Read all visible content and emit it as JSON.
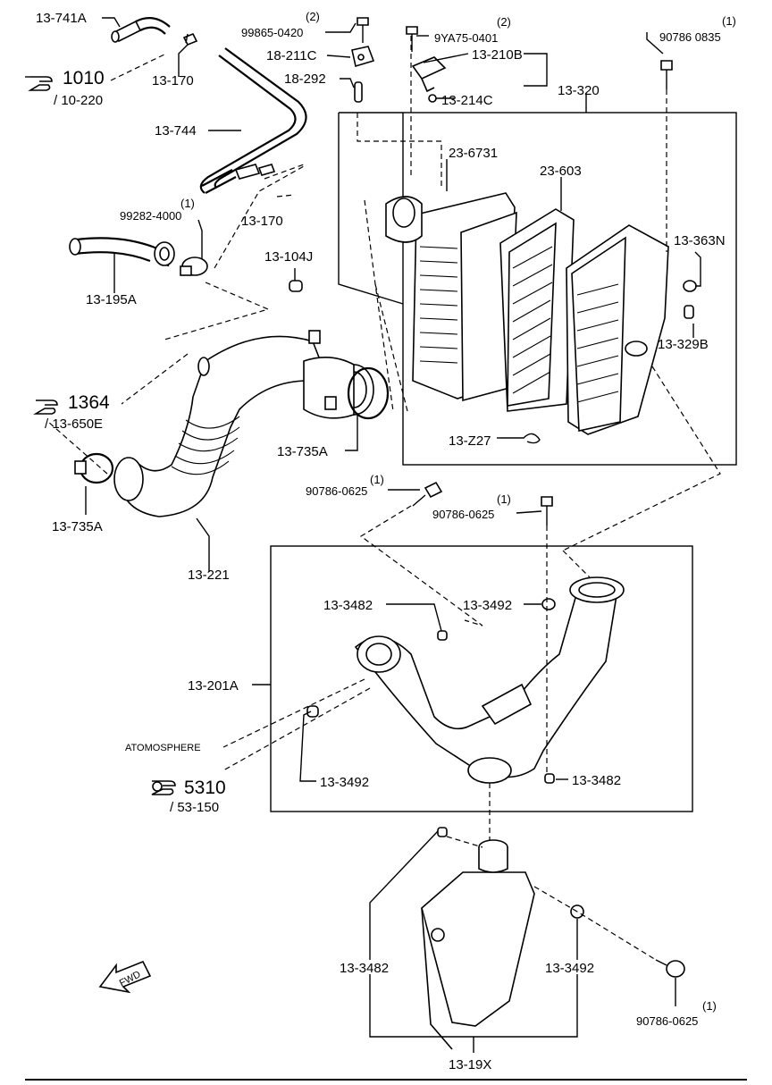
{
  "parts": {
    "p13_741A": "13-741A",
    "p13_170a": "13-170",
    "p13_170b": "13-170",
    "p13_744": "13-744",
    "p99865": "99865-0420",
    "p99865_qty": "(2)",
    "p18_211C": "18-211C",
    "p18_292": "18-292",
    "p9YA75": "9YA75-0401",
    "p9YA75_qty": "(2)",
    "p13_210B": "13-210B",
    "p13_214C": "13-214C",
    "p90786_0835": "90786 0835",
    "p90786_0835_qty": "(1)",
    "p13_320": "13-320",
    "p23_6731": "23-6731",
    "p23_603": "23-603",
    "p13_363N": "13-363N",
    "p13_329B": "13-329B",
    "p99282": "99282-4000",
    "p99282_qty": "(1)",
    "p13_195A": "13-195A",
    "p13_104J": "13-104J",
    "p13_735A_a": "13-735A",
    "p13_735A_b": "13-735A",
    "p13_Z27": "13-Z27",
    "p13_221": "13-221",
    "p90786_0625_a": "90786-0625",
    "p90786_0625_a_qty": "(1)",
    "p90786_0625_b": "90786-0625",
    "p90786_0625_b_qty": "(1)",
    "p13_3482_a": "13-3482",
    "p13_3492_a": "13-3492",
    "p13_201A": "13-201A",
    "p13_3492_b": "13-3492",
    "p13_3482_b": "13-3482",
    "p13_3482_c": "13-3482",
    "p13_3492_c": "13-3492",
    "p90786_0625_c": "90786-0625",
    "p90786_0625_c_qty": "(1)",
    "p13_19X": "13-19X"
  },
  "refs": {
    "ref1010": "1010",
    "ref1010_sub": "/ 10-220",
    "ref1364": "1364",
    "ref1364_sub": "/ 13-650E",
    "ref5310": "5310",
    "ref5310_sub": "/ 53-150"
  },
  "notes": {
    "atmosphere": "ATOMOSPHERE",
    "fwd": "FWD"
  },
  "icons": [
    "reference-hand-icon",
    "fwd-arrow-icon"
  ]
}
